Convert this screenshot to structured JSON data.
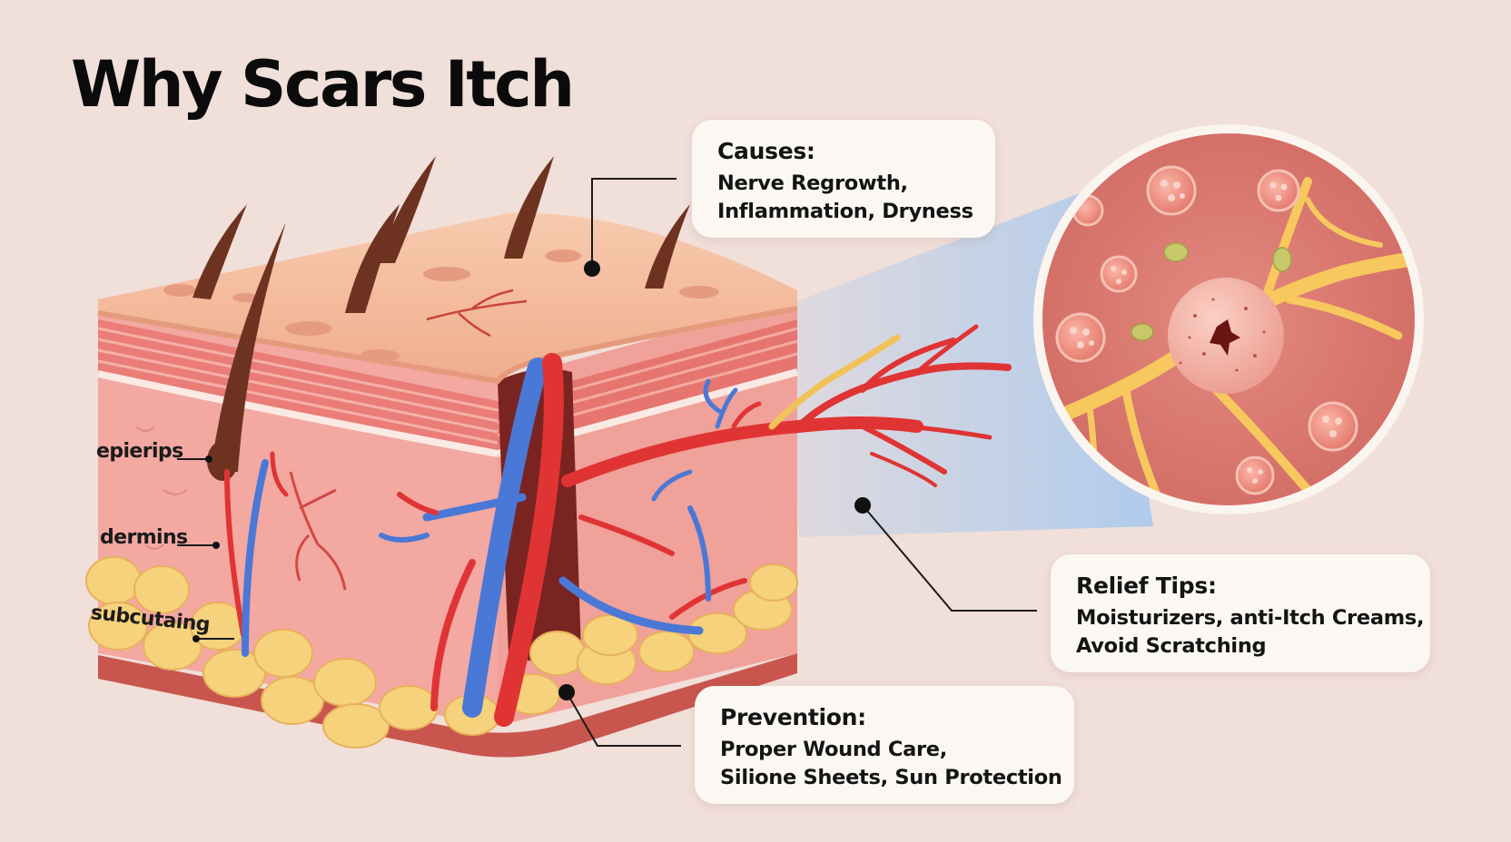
{
  "title": "Why Scars Itch",
  "layers": {
    "epidermis": "epierips",
    "dermis": "dermins",
    "subcutaneous": "subcutaing"
  },
  "cards": {
    "causes": {
      "heading": "Causes:",
      "line1": "Nerve Regrowth,",
      "line2": "Inflammation, Dryness"
    },
    "relief": {
      "heading": "Relief Tips:",
      "line1": "Moisturizers, anti-Itch Creams,",
      "line2": "Avoid Scratching"
    },
    "prevention": {
      "heading": "Prevention:",
      "line1": "Proper Wound Care,",
      "line2": "Silione Sheets, Sun Protection"
    }
  },
  "colors": {
    "background": "#f1dfd9",
    "skin_top": "#f4b99a",
    "dermis": "#f3a8a2",
    "fat": "#f6d27c",
    "artery": "#e03434",
    "vein": "#4a78d6",
    "nerve": "#f2c25a",
    "magnifier_beam": "#a9c9ee"
  }
}
